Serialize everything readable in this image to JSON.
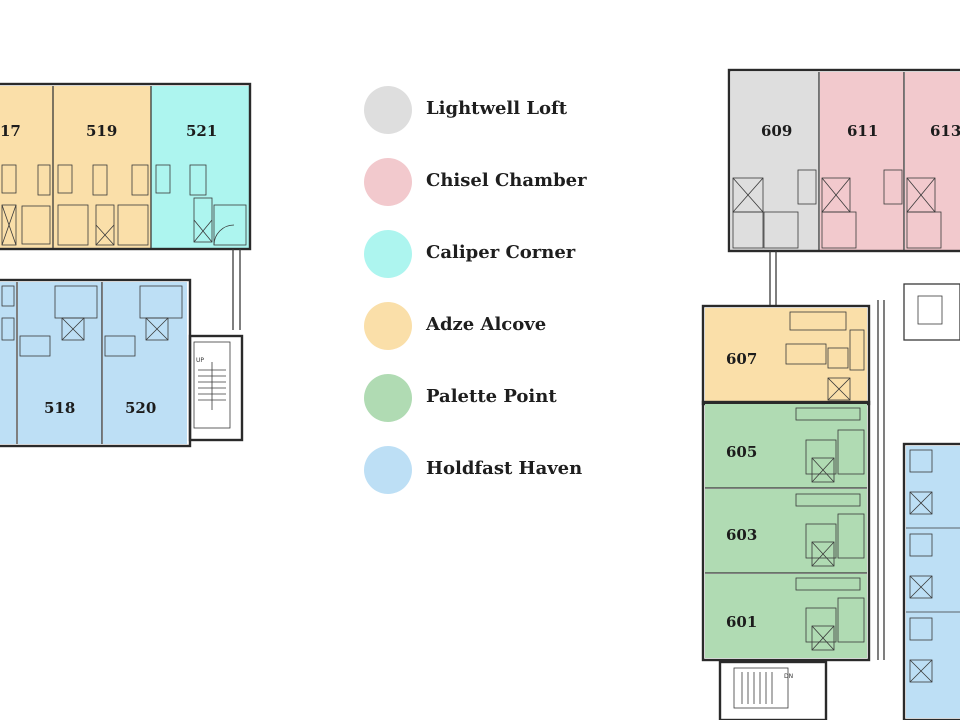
{
  "legend": [
    {
      "name": "Lightwell Loft",
      "color": "#dedede"
    },
    {
      "name": "Chisel Chamber",
      "color": "#f2c9cd"
    },
    {
      "name": "Caliper Corner",
      "color": "#adf5ef"
    },
    {
      "name": "Adze Alcove",
      "color": "#fadfa9"
    },
    {
      "name": "Palette Point",
      "color": "#b0dbb3"
    },
    {
      "name": "Holdfast Haven",
      "color": "#bddff5"
    }
  ],
  "units": {
    "u517": "17",
    "u519": "519",
    "u521": "521",
    "u518": "518",
    "u520": "520",
    "u609": "609",
    "u611": "611",
    "u613": "613",
    "u607": "607",
    "u605": "605",
    "u603": "603",
    "u601": "601"
  },
  "stair_labels": {
    "up": "UP",
    "dn": "DN"
  }
}
